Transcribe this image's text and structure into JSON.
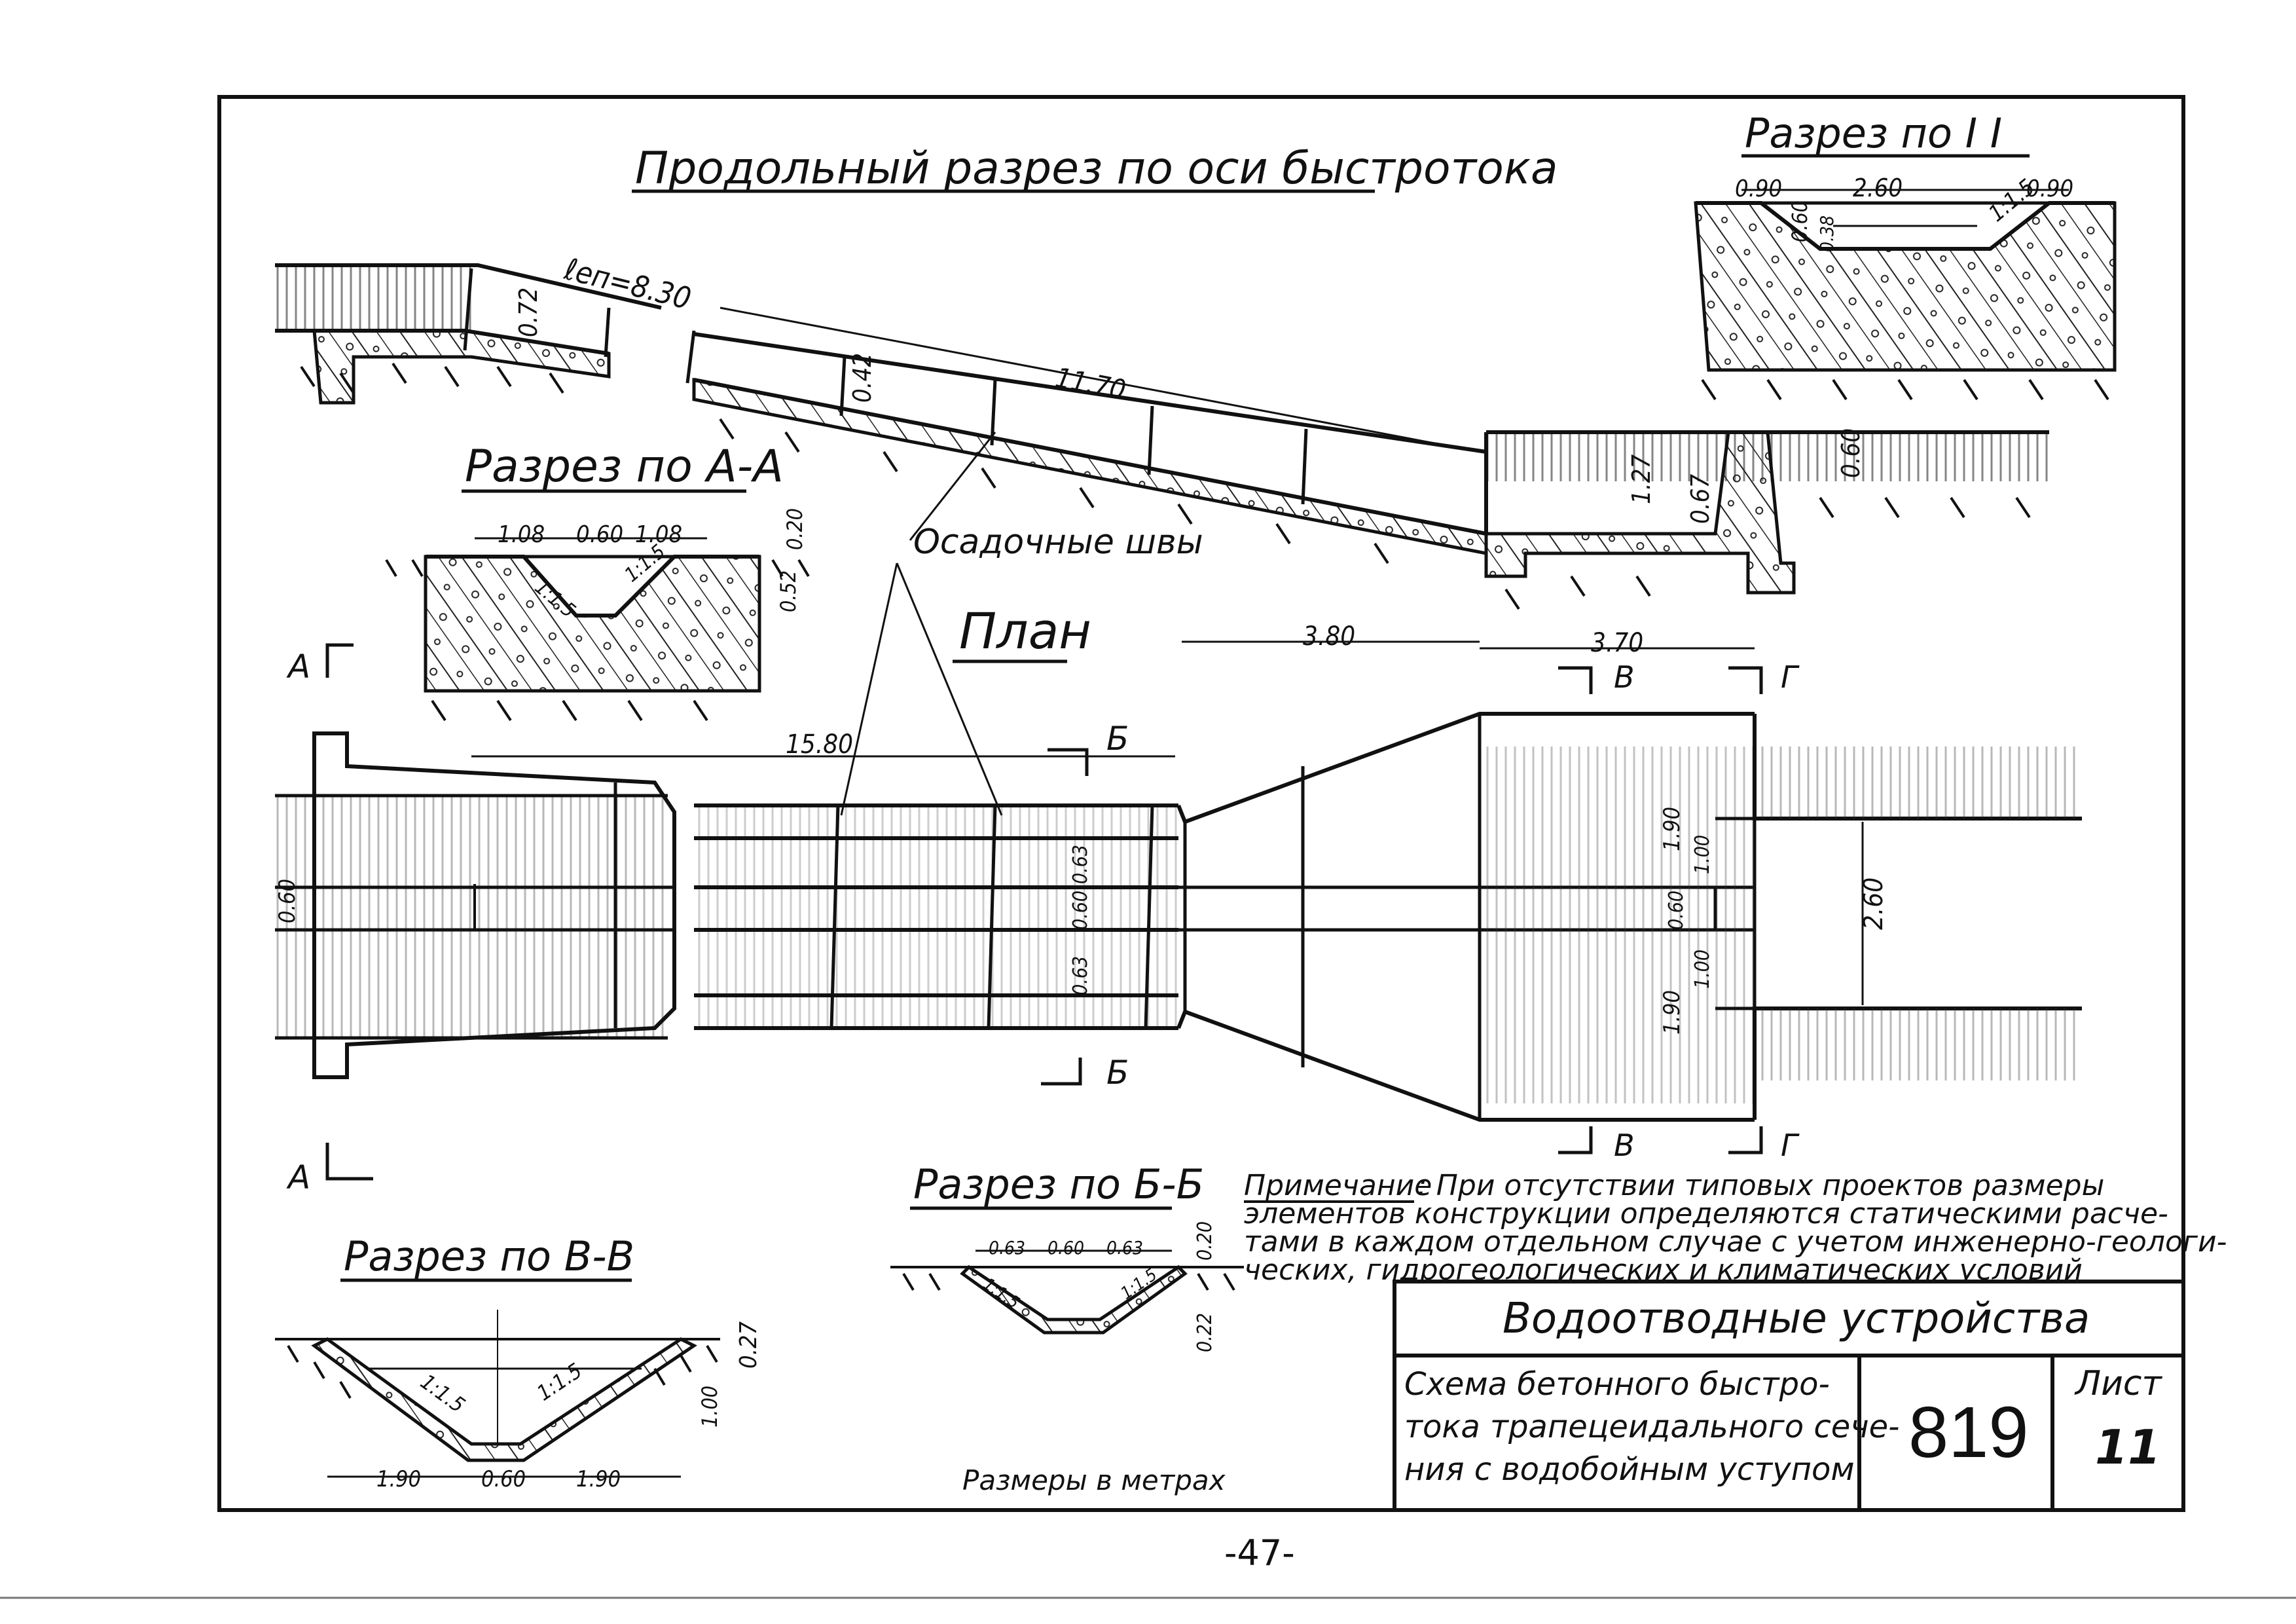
{
  "title_longitudinal": "Продольный разрез по оси быстротока",
  "title_section_1": "Разрез по I I",
  "title_section_aa": "Разрез по А-А",
  "title_section_bb": "Разрез по Б-Б",
  "title_section_vv": "Разрез по В-В",
  "title_plan": "План",
  "label_joints": "Осадочные швы",
  "section_marks": {
    "a": "А",
    "b": "Б",
    "v": "В",
    "g": "Г"
  },
  "dims_longitudinal": {
    "len_transition": "ℓеп=8.30",
    "len_chute": "11.70",
    "d_072": "0.72",
    "d_042": "0.42",
    "d_127": "1.27",
    "d_067": "0.67",
    "d_060": "0.60"
  },
  "dims_section_1": {
    "left": "0.90",
    "mid": "2.60",
    "right": "0.90",
    "depth": "0.60",
    "water": "0.38",
    "slope": "1:1.5"
  },
  "dims_section_aa": {
    "left": "1.08",
    "mid": "0.60",
    "right": "1.08",
    "top": "0.20",
    "depth": "0.52",
    "slope_l": "1:1.5",
    "slope_r": "1:1.5"
  },
  "dims_section_bb": {
    "left": "0.63",
    "mid": "0.60",
    "right": "0.63",
    "top": "0.20",
    "bottom": "0.22",
    "slope_l": "1:1.5",
    "slope_r": "1:1.5"
  },
  "dims_section_vv": {
    "left": "1.90",
    "mid": "0.60",
    "right": "1.90",
    "top": "0.27",
    "depth": "1.00",
    "slope_l": "1:1.5",
    "slope_r": "1:1.5"
  },
  "dims_plan": {
    "total": "15.80",
    "diverge": "3.80",
    "basin": "3.70",
    "w_190_top": "1.90",
    "w_100_top": "1.00",
    "w_060": "0.60",
    "w_100_bot": "1.00",
    "w_190_bot": "1.90",
    "w_260": "2.60",
    "w_063_a": "0.63",
    "w_060_mid": "0.60",
    "w_063_b": "0.63",
    "w_060_left": "0.60"
  },
  "note_heading": "Примечание",
  "note_lines": [
    ": При отсутствии типовых проектов размеры",
    "элементов конструкции определяются статическими расче-",
    "тами в каждом отдельном случае с учетом инженерно-геологи-",
    "ческих, гидрогеологических и климатических условий"
  ],
  "units_note": "Размеры в метрах",
  "stamp": {
    "category": "Водоотводные    устройства",
    "desc_lines": [
      "Схема бетонного быстро-",
      "тока трапецеидального сече-",
      "ния с водобойным уступом"
    ],
    "number": "819",
    "sheet_label": "Лист",
    "sheet_no": "11"
  },
  "page_number": "-47-"
}
